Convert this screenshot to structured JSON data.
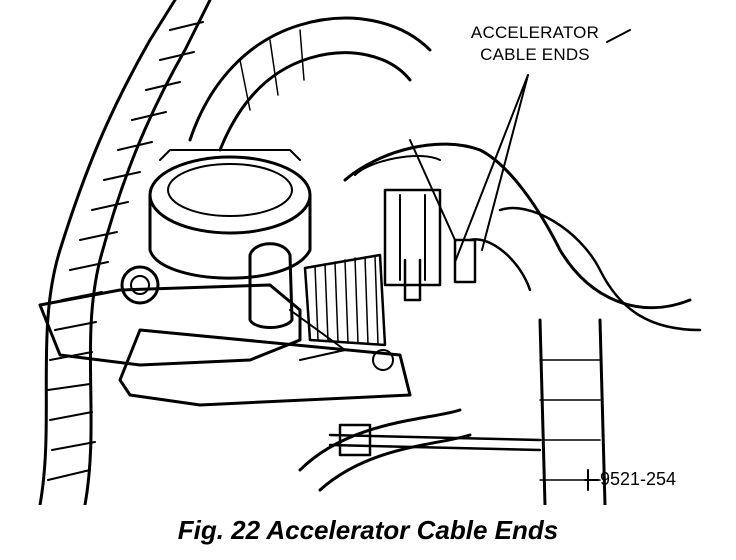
{
  "callout": {
    "line1": "ACCELERATOR",
    "line2": "CABLE ENDS"
  },
  "reference_number": "9521-254",
  "caption": "Fig. 22 Accelerator Cable Ends"
}
